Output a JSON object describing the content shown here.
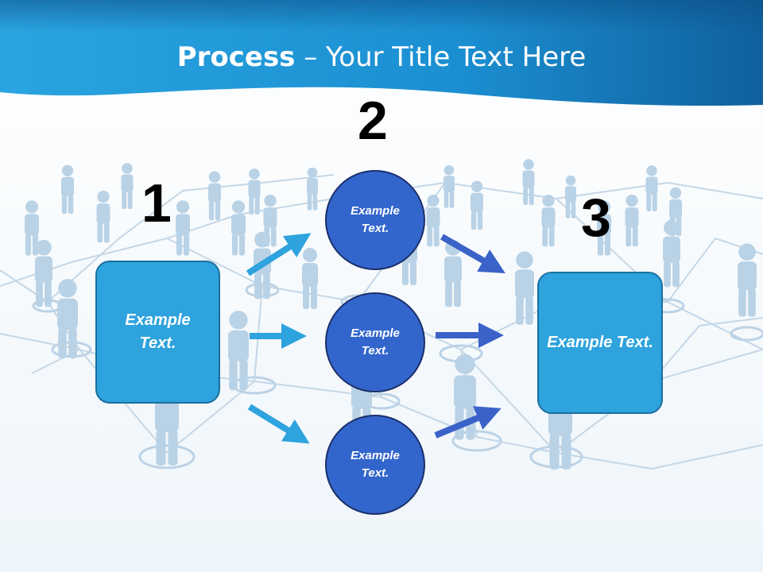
{
  "title": {
    "bold": "Process",
    "rest": " – Your Title Text Here"
  },
  "steps": [
    {
      "number": "1",
      "text": "Example Text."
    },
    {
      "number": "2",
      "items": [
        "Example Text.",
        "Example Text.",
        "Example Text."
      ]
    },
    {
      "number": "3",
      "text": "Example Text."
    }
  ],
  "colors": {
    "header": "#1b8fd2",
    "box_fill": "#2ea3dd",
    "circle_fill": "#3366cc",
    "arrow_light": "#2ea3dd",
    "arrow_dark": "#3a62c9",
    "people": "#b9d2e6"
  }
}
